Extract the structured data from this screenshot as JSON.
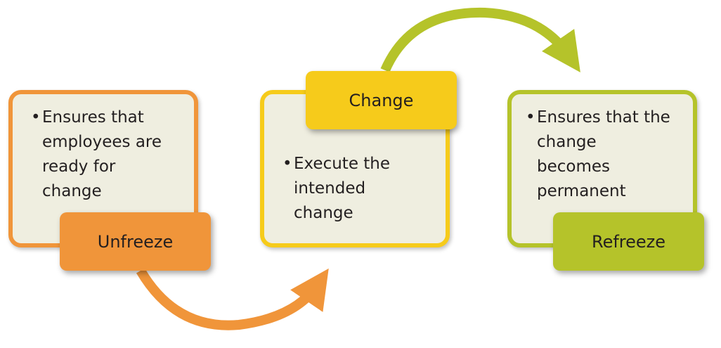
{
  "colors": {
    "unfreeze": "#f0953a",
    "change": "#f6cb1b",
    "refreeze": "#b5c32a",
    "box_fill": "#efeee0"
  },
  "stages": [
    {
      "label": "Unfreeze",
      "description": "Ensures that employees are ready for change",
      "lines": [
        "Ensures that",
        "employees are",
        "ready for",
        "change"
      ]
    },
    {
      "label": "Change",
      "description": "Execute the intended change",
      "lines": [
        "Execute the",
        "intended",
        "change"
      ]
    },
    {
      "label": "Refreeze",
      "description": "Ensures that the change becomes permanent",
      "lines": [
        "Ensures that the",
        "change",
        "becomes",
        "permanent"
      ]
    }
  ],
  "bullet": "•"
}
